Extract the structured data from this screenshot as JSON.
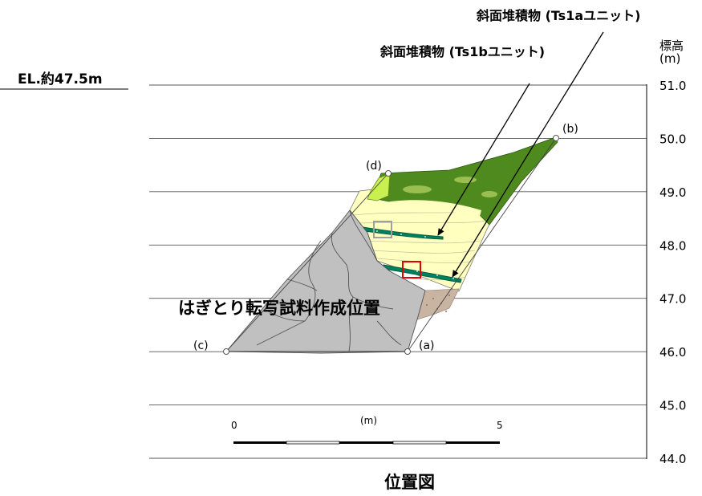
{
  "elevation_reference": "EL.約47.5m",
  "axis": {
    "title_line1": "標高",
    "title_line2": "(m)",
    "ticks": [
      {
        "label": "51.0",
        "value": 51.0
      },
      {
        "label": "50.0",
        "value": 50.0
      },
      {
        "label": "49.0",
        "value": 49.0
      },
      {
        "label": "48.0",
        "value": 48.0
      },
      {
        "label": "47.0",
        "value": 47.0
      },
      {
        "label": "46.0",
        "value": 46.0
      },
      {
        "label": "45.0",
        "value": 45.0
      },
      {
        "label": "44.0",
        "value": 44.0
      }
    ]
  },
  "labels": {
    "unit_ts1a": "斜面堆積物 (Ts1aユニット)",
    "unit_ts1b": "斜面堆積物 (Ts1bユニット)",
    "sample_location": "はぎとり転写試料作成位置",
    "figure_title": "位置図"
  },
  "points": {
    "a": "(a)",
    "b": "(b)",
    "c": "(c)",
    "d": "(d)"
  },
  "scale_bar": {
    "start": "0",
    "end": "5",
    "unit": "(m)"
  },
  "colors": {
    "grey_rock": "#c0c0c0",
    "cream_layer": "#ffffc0",
    "dark_green": "#4e8a1e",
    "lime_green": "#c8f050",
    "teal_band": "#008060",
    "brown_layer": "#c8b4a0",
    "red_box": "#e00000",
    "grey_box": "#a0a0a0"
  }
}
